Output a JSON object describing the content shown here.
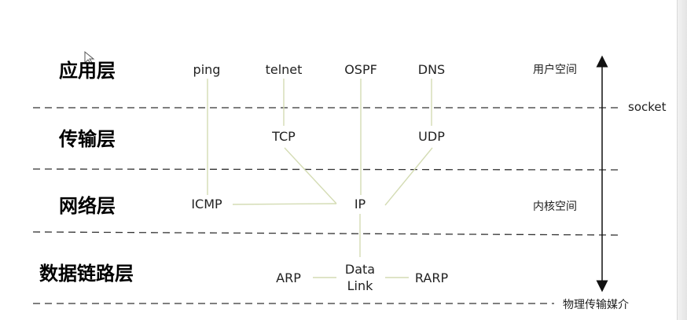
{
  "layers": {
    "application": "应用层",
    "transport": "传输层",
    "network": "网络层",
    "datalink": "数据链路层"
  },
  "protocols": {
    "ping": "ping",
    "telnet": "telnet",
    "ospf": "OSPF",
    "dns": "DNS",
    "tcp": "TCP",
    "udp": "UDP",
    "icmp": "ICMP",
    "ip": "IP",
    "arp": "ARP",
    "datalink_line1": "Data",
    "datalink_line2": "Link",
    "rarp": "RARP"
  },
  "annotations": {
    "user_space": "用户空间",
    "socket": "socket",
    "kernel_space": "内核空间",
    "physical_medium": "物理传输媒介"
  },
  "colors": {
    "connector": "#d4dcb4",
    "divider": "#333333",
    "text": "#222222"
  }
}
